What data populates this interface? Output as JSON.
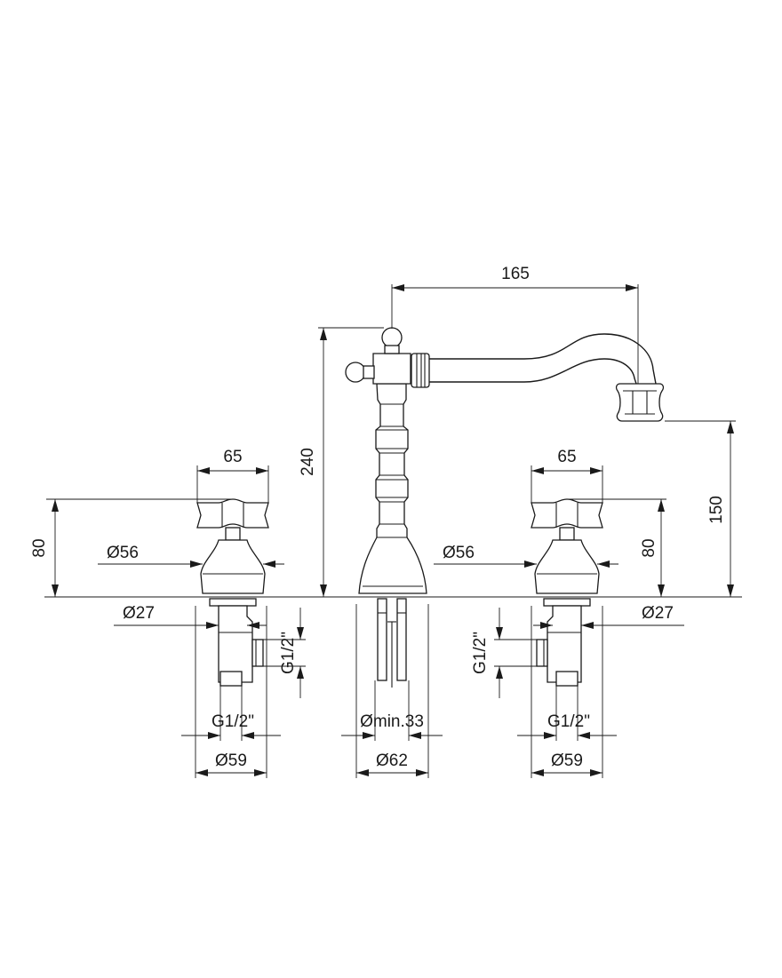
{
  "labels": {
    "spout_reach": "165",
    "spout_height": "240",
    "outlet_height": "150",
    "left_handle_width": "65",
    "right_handle_width": "65",
    "left_handle_height": "80",
    "right_handle_height": "80",
    "left_flange_dia": "Ø56",
    "right_flange_dia": "Ø56",
    "left_shank_dia": "Ø27",
    "right_shank_dia": "Ø27",
    "left_side_connection": "G1/2\"",
    "right_side_connection": "G1/2\"",
    "left_bottom_connection": "G1/2\"",
    "right_bottom_connection": "G1/2\"",
    "left_base_dia": "Ø59",
    "right_base_dia": "Ø59",
    "center_min_hole": "Ømin.33",
    "center_base_dia": "Ø62"
  }
}
